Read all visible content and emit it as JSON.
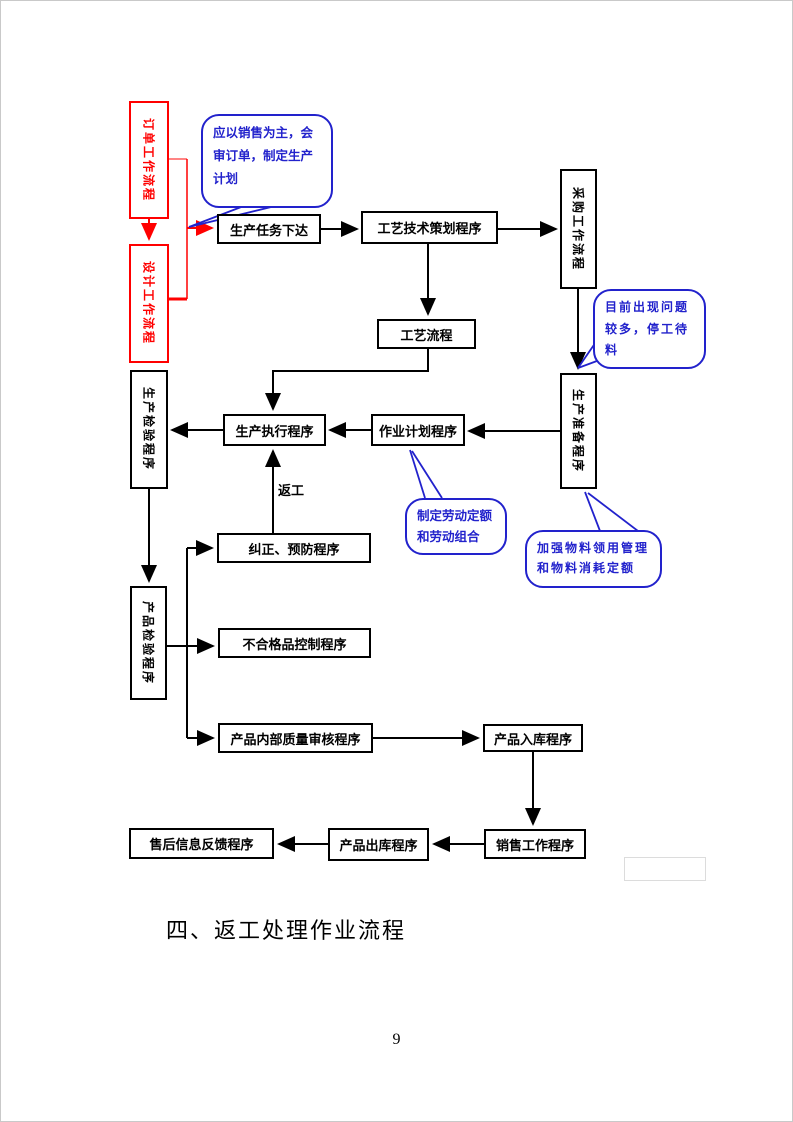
{
  "page": {
    "heading": "四、返工处理作业流程",
    "page_number": "9"
  },
  "colors": {
    "flow_line": "#000000",
    "red_accent": "#ff0000",
    "callout_blue": "#2222cc"
  },
  "flowchart": {
    "red_nodes": {
      "order": "订单工作流程",
      "design": "设计工作流程"
    },
    "nodes": {
      "production_task": "生产任务下达",
      "process_planning": "工艺技术策划程序",
      "procurement": "采购工作流程",
      "process_flow": "工艺流程",
      "production_prep": "生产准备程序",
      "production_inspection": "生产检验程序",
      "production_execution": "生产执行程序",
      "operation_plan": "作业计划程序",
      "correction_prevention": "纠正、预防程序",
      "product_inspection": "产品检验程序",
      "nonconforming_control": "不合格品控制程序",
      "internal_audit": "产品内部质量审核程序",
      "warehousing": "产品入库程序",
      "sales_work": "销售工作程序",
      "product_outbound": "产品出库程序",
      "after_sales_feedback": "售后信息反馈程序"
    },
    "callouts": {
      "sales_note": "应以销售为主，会审订单，制定生产计划",
      "issues_note": "目前出现问题较多，停工待料",
      "labor_note": "制定劳动定额和劳动组合",
      "material_note": "加强物料领用管理和物料消耗定额"
    },
    "edge_labels": {
      "rework": "返工"
    }
  }
}
